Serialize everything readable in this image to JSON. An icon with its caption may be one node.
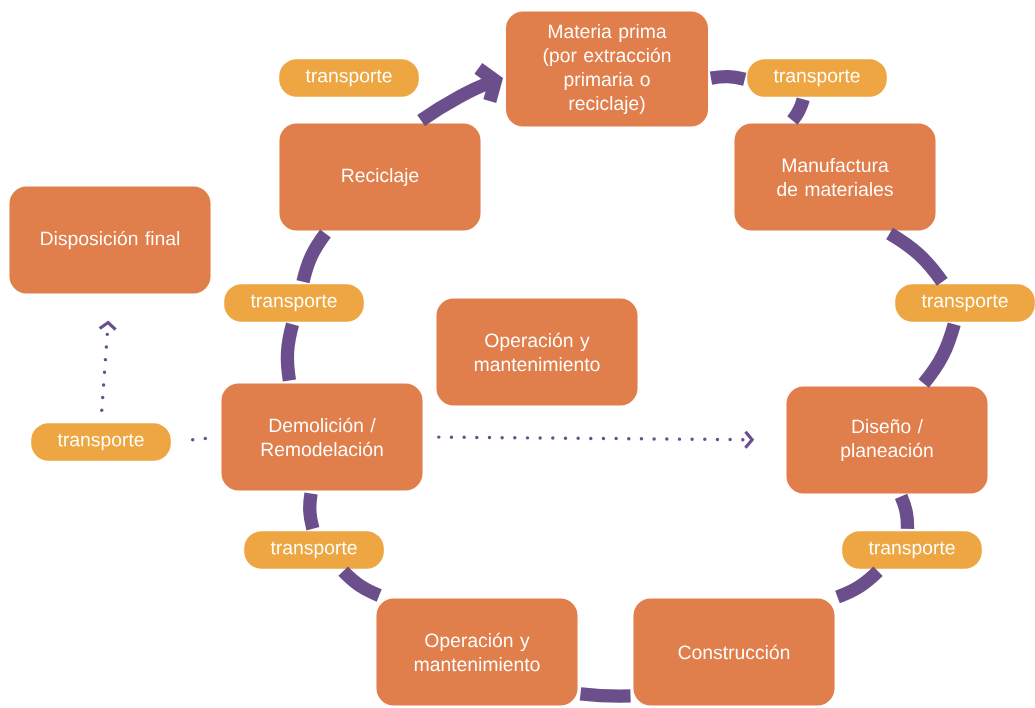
{
  "diagram": {
    "nodes": [
      {
        "text": [
          "Materia prima (por extracción primaria o reciclaje)"
        ]
      },
      {
        "text": [
          "Manufactura de materiales"
        ]
      },
      {
        "text": [
          "Diseño / planeación"
        ]
      },
      {
        "text": [
          "Construcción"
        ]
      },
      {
        "text": [
          "Operación y mantenimiento"
        ]
      },
      {
        "text": [
          "Demolición / Remodelación"
        ]
      },
      {
        "text": [
          "Reciclaje"
        ]
      },
      {
        "text": [
          "Operación y mantenimiento"
        ]
      },
      {
        "text": [
          "Disposición final"
        ]
      },
      {
        "text": [
          "transporte"
        ]
      },
      {
        "text": [
          "transporte"
        ]
      },
      {
        "text": [
          "transporte"
        ]
      },
      {
        "text": [
          "transporte"
        ]
      },
      {
        "text": [
          "transporte"
        ]
      },
      {
        "text": [
          "transporte"
        ]
      },
      {
        "text": [
          "transporte"
        ]
      }
    ],
    "edges": [
      {
        "from": 0,
        "to": 11,
        "arrow": "none"
      },
      {
        "from": 11,
        "to": 1,
        "arrow": "none"
      },
      {
        "from": 1,
        "to": 12,
        "arrow": "none"
      },
      {
        "from": 12,
        "to": 2,
        "arrow": "none"
      },
      {
        "from": 2,
        "to": 13,
        "arrow": "none"
      },
      {
        "from": 13,
        "to": 3,
        "arrow": "none"
      },
      {
        "from": 3,
        "to": 4,
        "arrow": "none"
      },
      {
        "from": 4,
        "to": 14,
        "arrow": "none"
      },
      {
        "from": 14,
        "to": 5,
        "arrow": "none"
      },
      {
        "from": 5,
        "to": 15,
        "arrow": "none"
      },
      {
        "from": 15,
        "to": 6,
        "arrow": "none"
      },
      {
        "from": 6,
        "to": 0,
        "arrow": "to"
      },
      {
        "from": 5,
        "to": 2,
        "arrow": "to",
        "style": "dashed"
      },
      {
        "from": 5,
        "to": 9,
        "arrow": "none",
        "style": "dashed"
      },
      {
        "from": 9,
        "to": 8,
        "arrow": "to",
        "style": "dashed"
      }
    ]
  }
}
